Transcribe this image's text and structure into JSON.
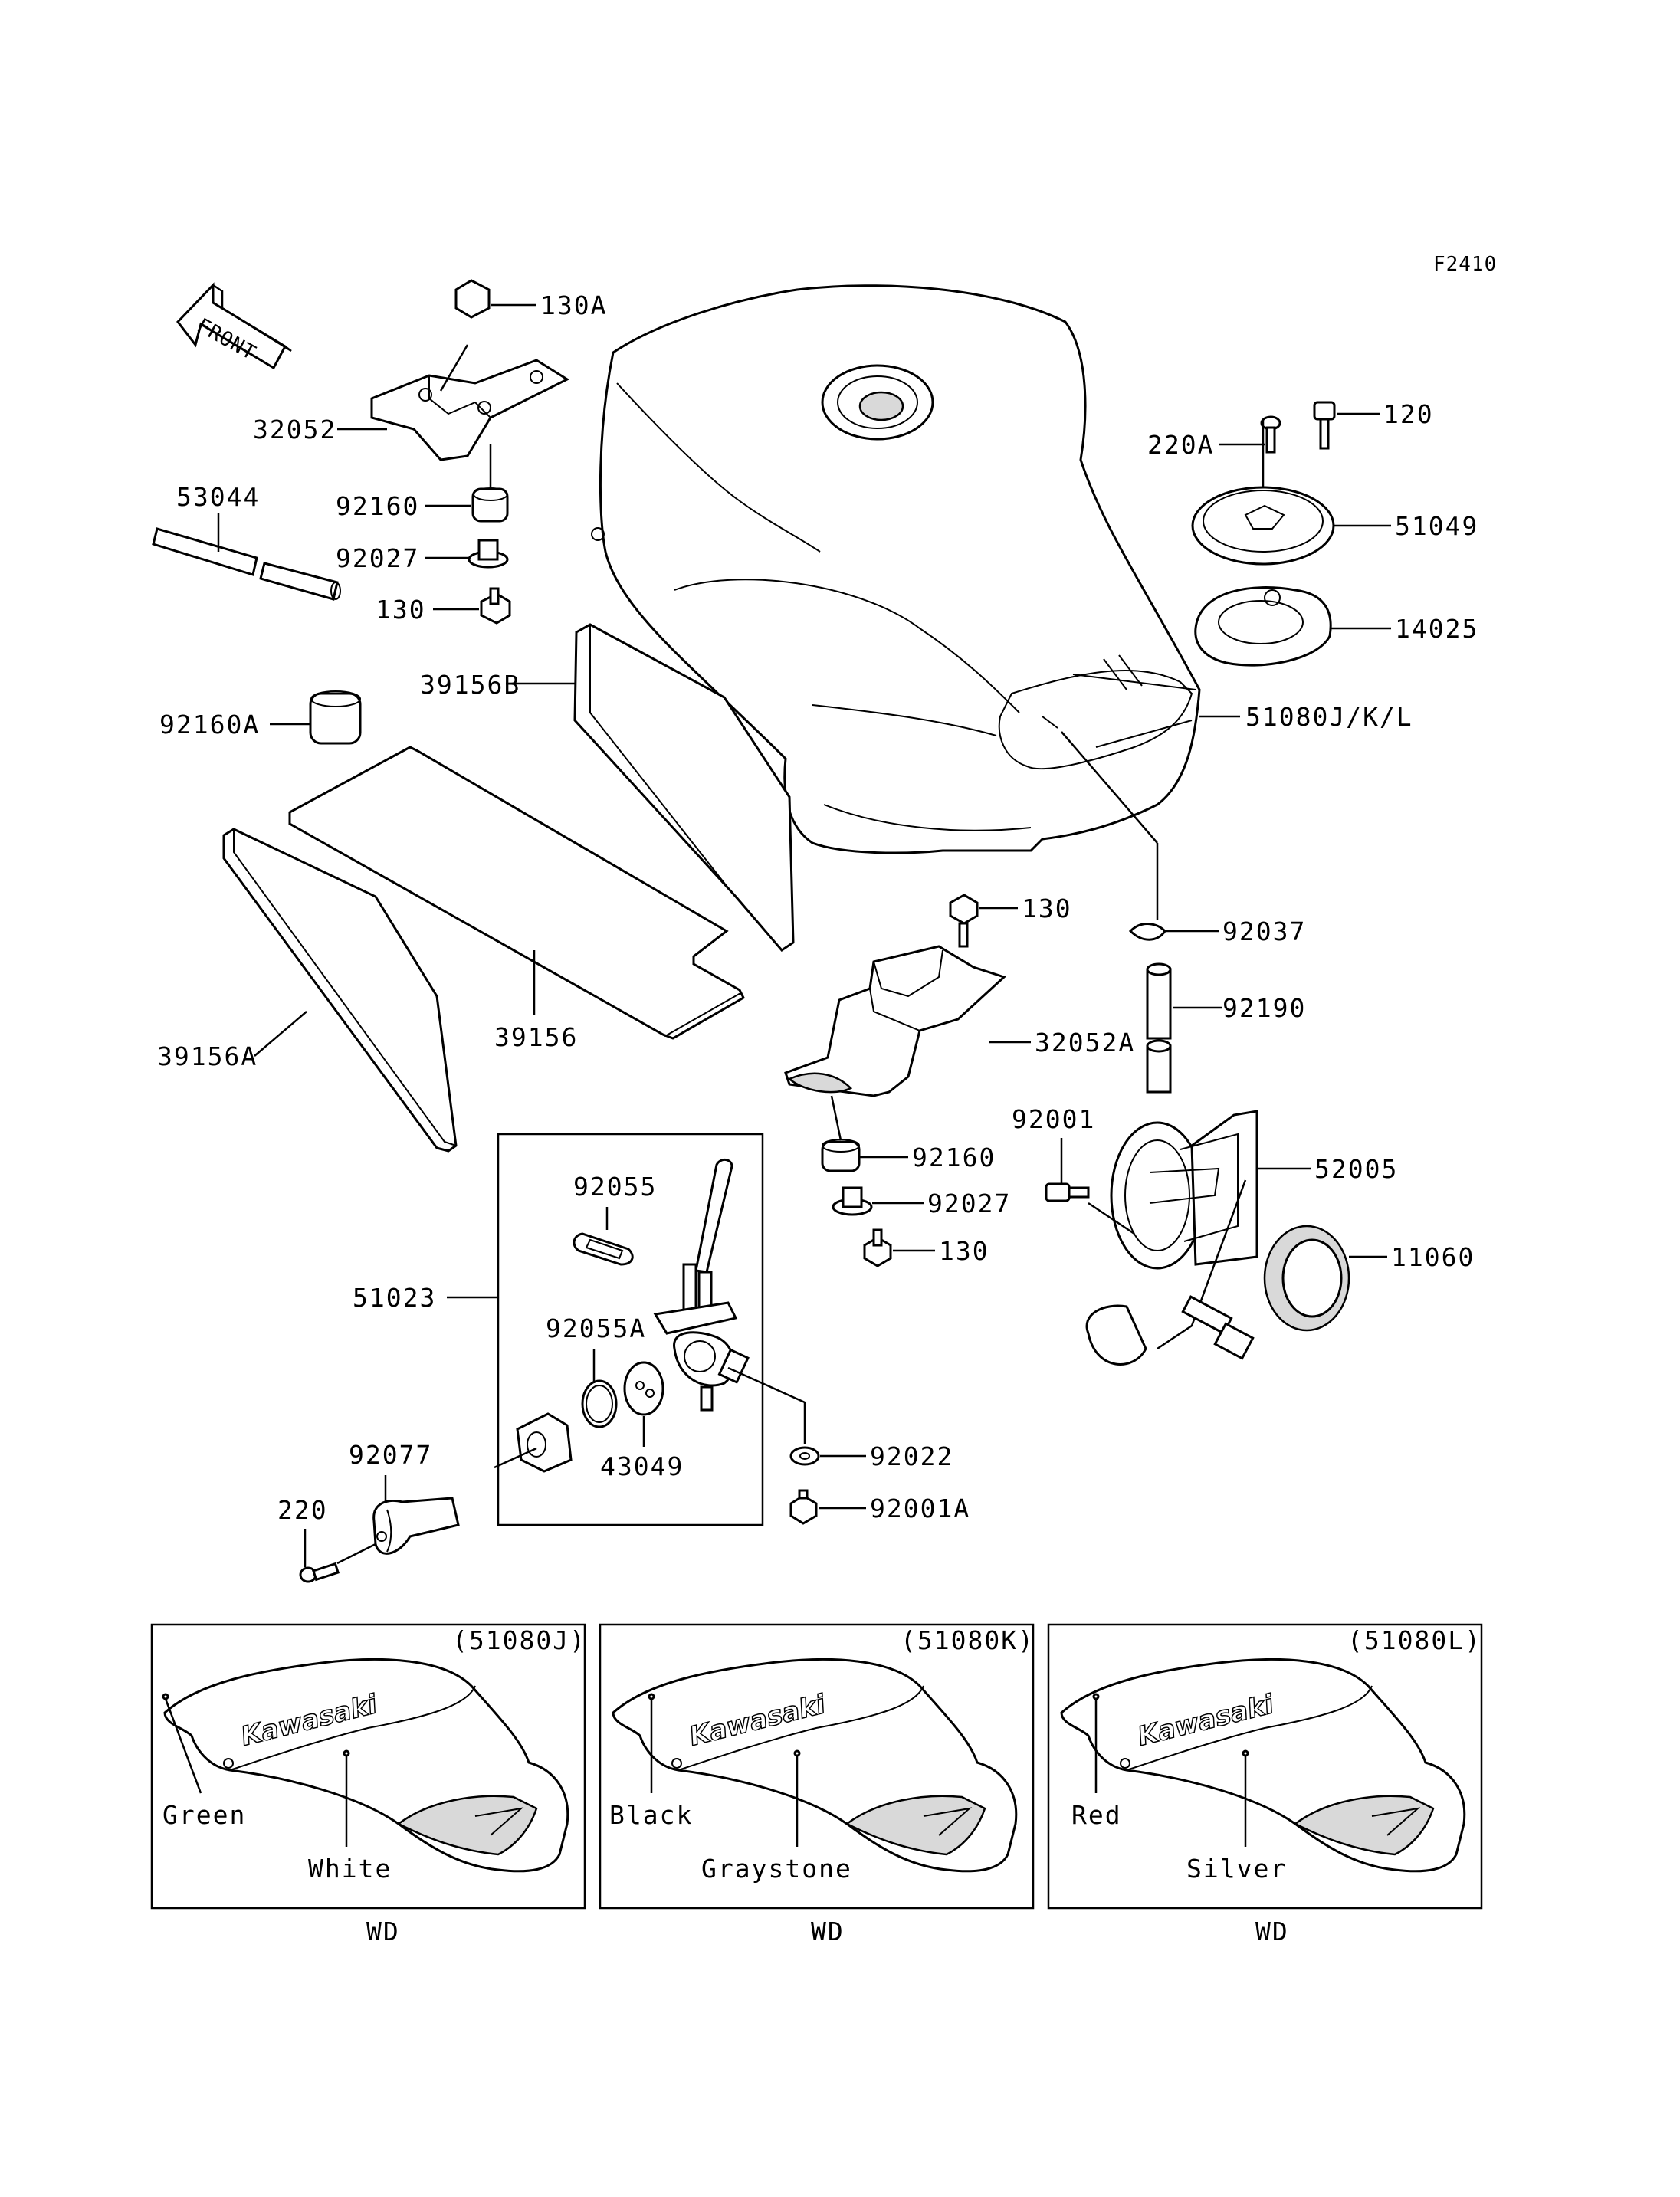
{
  "figure_id": "F2410",
  "front_arrow_label": "FRONT",
  "callouts": {
    "c130A": "130A",
    "c32052": "32052",
    "c53044": "53044",
    "c92160_top": "92160",
    "c92027_top": "92027",
    "c130_top": "130",
    "c39156B": "39156B",
    "c92160A": "92160A",
    "c39156A": "39156A",
    "c39156": "39156",
    "c220A": "220A",
    "c120": "120",
    "c51049": "51049",
    "c14025": "14025",
    "c51080JKL": "51080J/K/L",
    "c130_mid": "130",
    "c92037": "92037",
    "c92190": "92190",
    "c32052A": "32052A",
    "c92001": "92001",
    "c52005": "52005",
    "c11060": "11060",
    "c92160_mid": "92160",
    "c92027_mid": "92027",
    "c130_low": "130",
    "c92055": "92055",
    "c51023": "51023",
    "c92055A": "92055A",
    "c43049": "43049",
    "c92022": "92022",
    "c92001A": "92001A",
    "c92077": "92077",
    "c220": "220"
  },
  "variants": [
    {
      "code": "(51080J)",
      "color_front": "Green",
      "color_main": "White",
      "finish": "WD"
    },
    {
      "code": "(51080K)",
      "color_front": "Black",
      "color_main": "Graystone",
      "finish": "WD"
    },
    {
      "code": "(51080L)",
      "color_front": "Red",
      "color_main": "Silver",
      "finish": "WD"
    }
  ],
  "logo_text": "Kawasaki"
}
